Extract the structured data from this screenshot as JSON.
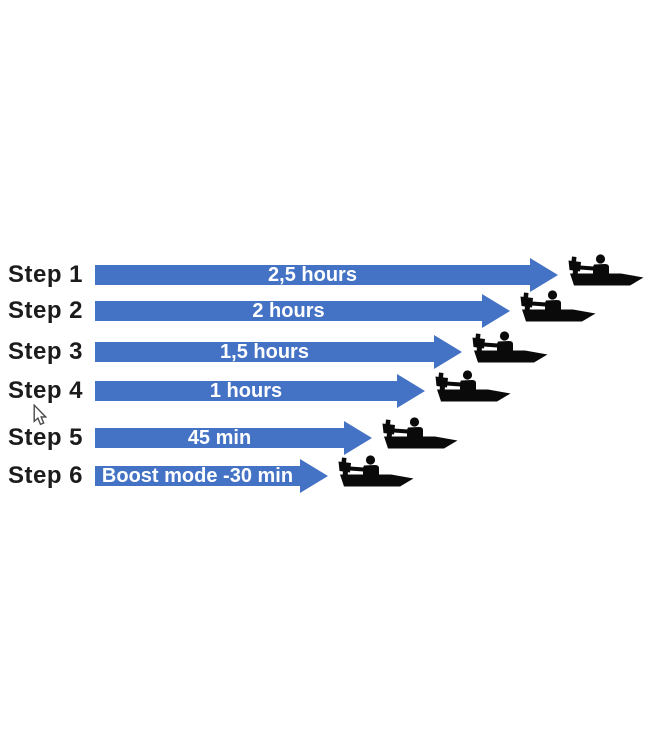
{
  "page": {
    "background_color": "#ffffff"
  },
  "diagram": {
    "arrow_color": "#4472C4",
    "bar_text_color": "#ffffff",
    "label_color": "#1c1c1c",
    "icon_color": "#0a0a0a",
    "end_icon": "person-in-motorboat-icon",
    "steps": [
      {
        "label": "Step 1",
        "duration": "2,5 hours"
      },
      {
        "label": "Step 2",
        "duration": "2 hours"
      },
      {
        "label": "Step 3",
        "duration": "1,5 hours"
      },
      {
        "label": "Step 4",
        "duration": "1 hours"
      },
      {
        "label": "Step 5",
        "duration": "45 min"
      },
      {
        "label": "Step 6",
        "duration": "Boost mode -30 min"
      }
    ]
  },
  "chart_data": {
    "type": "bar",
    "orientation": "horizontal",
    "categories": [
      "Step 1",
      "Step 2",
      "Step 3",
      "Step 4",
      "Step 5",
      "Step 6"
    ],
    "values_hours": [
      2.5,
      2,
      1.5,
      1,
      0.75,
      0.5
    ],
    "value_labels": [
      "2,5 hours",
      "2 hours",
      "1,5 hours",
      "1 hours",
      "45 min",
      "Boost mode -30 min"
    ],
    "title": "",
    "xlabel": "",
    "ylabel": "",
    "legend": "none",
    "grid": false,
    "bar_color": "#4472C4"
  },
  "cursor": {
    "visible": true,
    "type": "arrow-pointer"
  }
}
